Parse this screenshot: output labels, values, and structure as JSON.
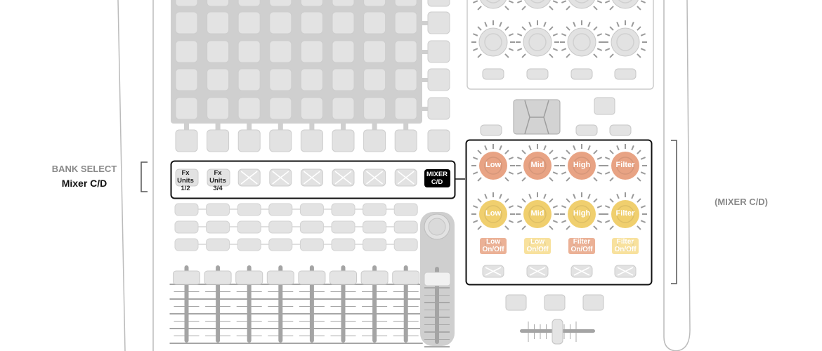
{
  "left_annotation": {
    "title": "BANK SELECT",
    "subtitle": "Mixer C/D"
  },
  "right_annotation": {
    "label": "(MIXER C/D)"
  },
  "bank_buttons": [
    {
      "line1": "Fx Units",
      "line2": "1/2"
    },
    {
      "line1": "Fx Units",
      "line2": "3/4"
    },
    {
      "line1": "MIXER",
      "line2": "C/D"
    }
  ],
  "mixer": {
    "eq_knobs_row1": [
      "Low",
      "Mid",
      "High",
      "Filter"
    ],
    "eq_knobs_row2": [
      "Low",
      "Mid",
      "High",
      "Filter"
    ],
    "toggle_buttons": [
      {
        "line1": "Low",
        "line2": "On/Off"
      },
      {
        "line1": "Low",
        "line2": "On/Off"
      },
      {
        "line1": "Filter",
        "line2": "On/Off"
      },
      {
        "line1": "Filter",
        "line2": "On/Off"
      }
    ]
  },
  "colors": {
    "orange": "#e8a384",
    "yellow": "#f0cf6e",
    "yellow_btn": "#f7dc8c",
    "outline": "#111111",
    "pad": "#e2e2e2",
    "grey_bg": "#cfcfcf"
  }
}
